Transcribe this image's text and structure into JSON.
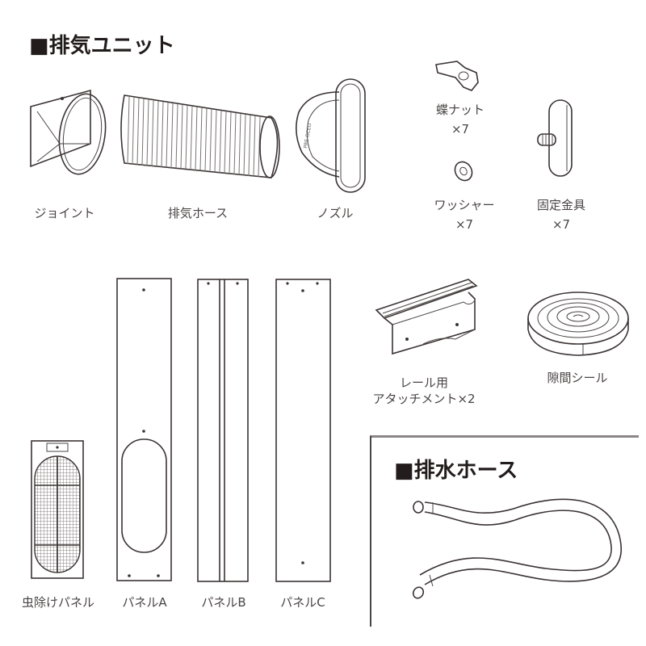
{
  "sections": {
    "exhaust_unit": {
      "title": "■排気ユニット"
    },
    "drain_hose": {
      "title": "■排水ホース"
    }
  },
  "parts": {
    "joint": {
      "label": "ジョイント"
    },
    "exhaust_hose": {
      "label": "排気ホース"
    },
    "nozzle": {
      "label": "ノズル"
    },
    "wing_nut": {
      "label": "蝶ナット",
      "qty": "×7"
    },
    "washer": {
      "label": "ワッシャー",
      "qty": "×7"
    },
    "bracket": {
      "label": "固定金具",
      "qty": "×7"
    },
    "rail_attachment": {
      "label_line1": "レール用",
      "label_line2": "アタッチメント×2"
    },
    "gap_seal": {
      "label": "隙間シール"
    },
    "insect_panel": {
      "label": "虫除けパネル"
    },
    "panel_a": {
      "label": "パネルA"
    },
    "panel_b": {
      "label": "パネルB"
    },
    "panel_c": {
      "label": "パネルC"
    }
  },
  "colors": {
    "title": "#231c1c",
    "label": "#4a4444",
    "line": "#3b3333"
  }
}
